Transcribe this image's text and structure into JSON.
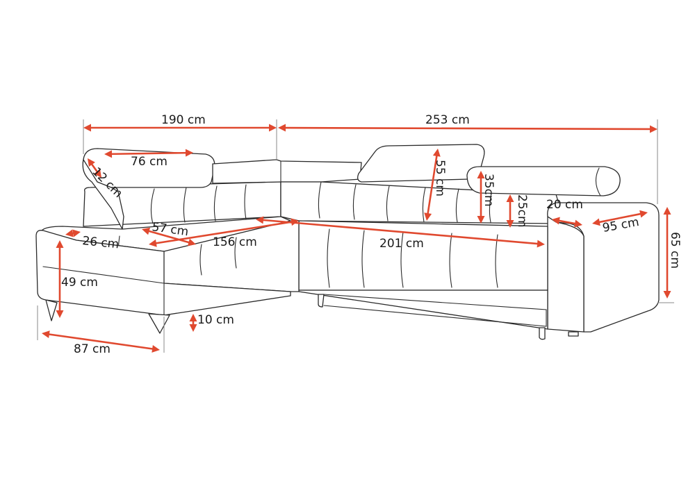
{
  "colors": {
    "arrow": "#e0492f",
    "outline": "#2a2a2a"
  },
  "dimensions": [
    {
      "id": "left-width",
      "value": 190,
      "unit": "cm",
      "label": "190 cm"
    },
    {
      "id": "right-width",
      "value": 253,
      "unit": "cm",
      "label": "253 cm"
    },
    {
      "id": "headrest-left-width",
      "value": 76,
      "unit": "cm",
      "label": "76 cm"
    },
    {
      "id": "headrest-left-depth",
      "value": 12,
      "unit": "cm",
      "label": "12 cm"
    },
    {
      "id": "seat-depth-left",
      "value": 57,
      "unit": "cm",
      "label": "57 cm"
    },
    {
      "id": "seat-length-left",
      "value": 156,
      "unit": "cm",
      "label": "156 cm"
    },
    {
      "id": "chaise-cushion-depth",
      "value": 26,
      "unit": "cm",
      "label": "26 cm"
    },
    {
      "id": "seat-height",
      "value": 49,
      "unit": "cm",
      "label": "49 cm"
    },
    {
      "id": "leg-height",
      "value": 10,
      "unit": "cm",
      "label": "10 cm"
    },
    {
      "id": "chaise-depth",
      "value": 87,
      "unit": "cm",
      "label": "87 cm"
    },
    {
      "id": "headrest-right-height",
      "value": 55,
      "unit": "cm",
      "label": "55 cm"
    },
    {
      "id": "headrest-small-height",
      "value": 35,
      "unit": "cm",
      "label": "35cm"
    },
    {
      "id": "backrest-height",
      "value": 25,
      "unit": "cm",
      "label": "25cm"
    },
    {
      "id": "seat-length-right",
      "value": 201,
      "unit": "cm",
      "label": "201 cm"
    },
    {
      "id": "armrest-width",
      "value": 20,
      "unit": "cm",
      "label": "20 cm"
    },
    {
      "id": "overall-depth",
      "value": 95,
      "unit": "cm",
      "label": "95 cm"
    },
    {
      "id": "overall-height",
      "value": 65,
      "unit": "cm",
      "label": "65 cm"
    }
  ]
}
